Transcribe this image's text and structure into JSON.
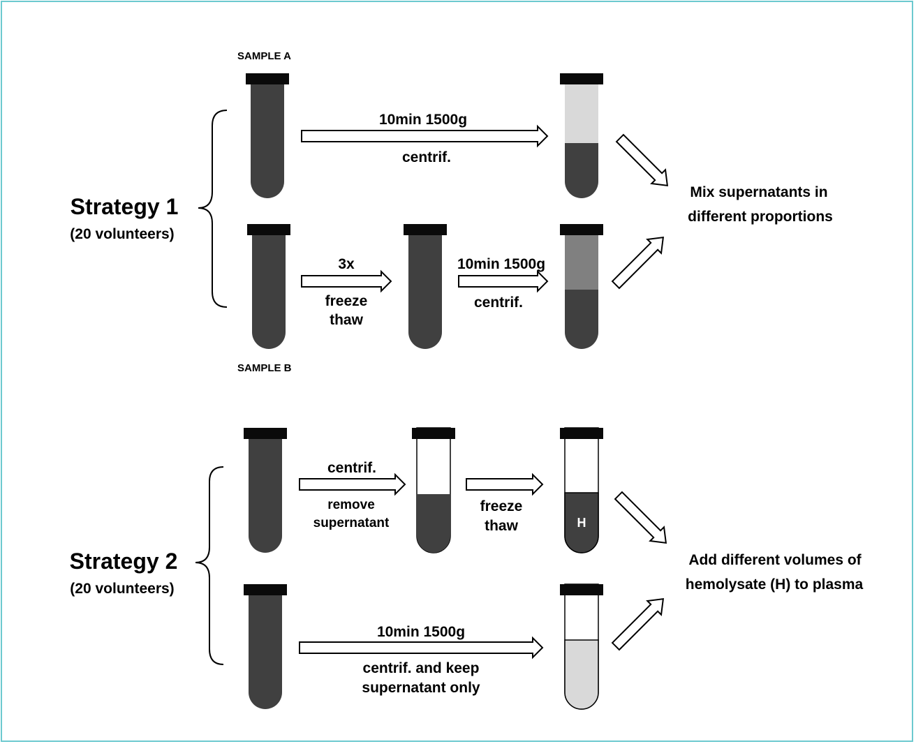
{
  "colors": {
    "border": "#6cc9cf",
    "blood": "#404040",
    "cap": "#0a0a0a",
    "plasma_light": "#d9d9d9",
    "plasma_hemolyzed": "#808080"
  },
  "strategy1": {
    "title": "Strategy 1",
    "subtitle": "(20 volunteers)",
    "sample_a": "SAMPLE A",
    "sample_b": "SAMPLE B",
    "a_step_top": "10min 1500g",
    "a_step_bottom": "centrif.",
    "b_step1_top": "3x",
    "b_step1_line1": "freeze",
    "b_step1_line2": "thaw",
    "b_step2_top": "10min 1500g",
    "b_step2_bottom": "centrif.",
    "result_line1": "Mix supernatants in",
    "result_line2": "different proportions"
  },
  "strategy2": {
    "title": "Strategy 2",
    "subtitle": "(20 volunteers)",
    "top_step1_top": "centrif.",
    "top_step1_line1": "remove",
    "top_step1_line2": "supernatant",
    "top_step2_line1": "freeze",
    "top_step2_line2": "thaw",
    "hemolysate_label": "H",
    "bottom_step_top": "10min 1500g",
    "bottom_step_line1": "centrif. and keep",
    "bottom_step_line2": "supernatant only",
    "result_line1": "Add different volumes of",
    "result_line2": "hemolysate (H) to plasma"
  }
}
